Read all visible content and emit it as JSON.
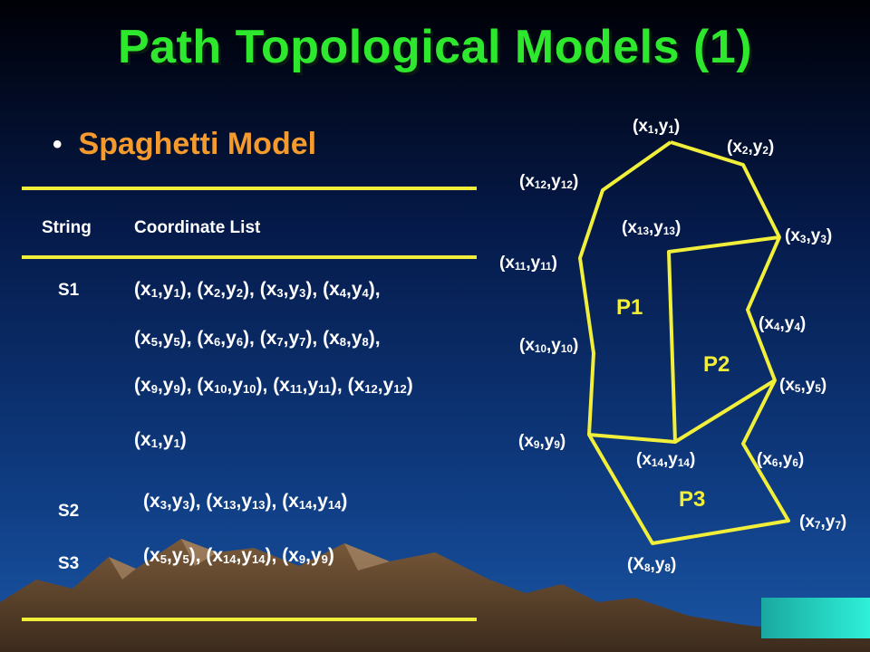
{
  "slide": {
    "title": "Path Topological Models (1)",
    "bullet": "Spaghetti Model"
  },
  "table": {
    "headers": {
      "string": "String",
      "coords": "Coordinate List"
    },
    "rows": [
      {
        "id": "S1",
        "lines": [
          "(x<sub>1</sub>,y<sub>1</sub>), (x<sub>2</sub>,y<sub>2</sub>), (x<sub>3</sub>,y<sub>3</sub>), (x<sub>4</sub>,y<sub>4</sub>),",
          "(x<sub>5</sub>,y<sub>5</sub>), (x<sub>6</sub>,y<sub>6</sub>), (x<sub>7</sub>,y<sub>7</sub>), (x<sub>8</sub>,y<sub>8</sub>),",
          "(x<sub>9</sub>,y<sub>9</sub>), (x<sub>10</sub>,y<sub>10</sub>), (x<sub>11</sub>,y<sub>11</sub>), (x<sub>12</sub>,y<sub>12</sub>)",
          "(x<sub>1</sub>,y<sub>1</sub>)"
        ]
      },
      {
        "id": "S2",
        "lines": [
          "(x<sub>3</sub>,y<sub>3</sub>), (x<sub>13</sub>,y<sub>13</sub>), (x<sub>14</sub>,y<sub>14</sub>)"
        ]
      },
      {
        "id": "S3",
        "lines": [
          "(x<sub>5</sub>,y<sub>5</sub>), (x<sub>14</sub>,y<sub>14</sub>), (x<sub>9</sub>,y<sub>9</sub>)"
        ]
      }
    ]
  },
  "diagram": {
    "points": {
      "p1": "(x<sub>1</sub>,y<sub>1</sub>)",
      "p2": "(x<sub>2</sub>,y<sub>2</sub>)",
      "p3": "(x<sub>3</sub>,y<sub>3</sub>)",
      "p4": "(x<sub>4</sub>,y<sub>4</sub>)",
      "p5": "(x<sub>5</sub>,y<sub>5</sub>)",
      "p6": "(x<sub>6</sub>,y<sub>6</sub>)",
      "p7": "(x<sub>7</sub>,y<sub>7</sub>)",
      "p8": "(X<sub>8</sub>,y<sub>8</sub>)",
      "p9": "(x<sub>9</sub>,y<sub>9</sub>)",
      "p10": "(x<sub>10</sub>,y<sub>10</sub>)",
      "p11": "(x<sub>11</sub>,y<sub>11</sub>)",
      "p12": "(x<sub>12</sub>,y<sub>12</sub>)",
      "p13": "(x<sub>13</sub>,y<sub>13</sub>)",
      "p14": "(x<sub>14</sub>,y<sub>14</sub>)"
    },
    "polygons": {
      "a": "P1",
      "b": "P2",
      "c": "P3"
    }
  },
  "colors": {
    "title": "#2ee82e",
    "bullet": "#f59a2c",
    "rule": "#f2ef3a",
    "path_line": "#f2ef3a",
    "text": "#ffffff"
  }
}
